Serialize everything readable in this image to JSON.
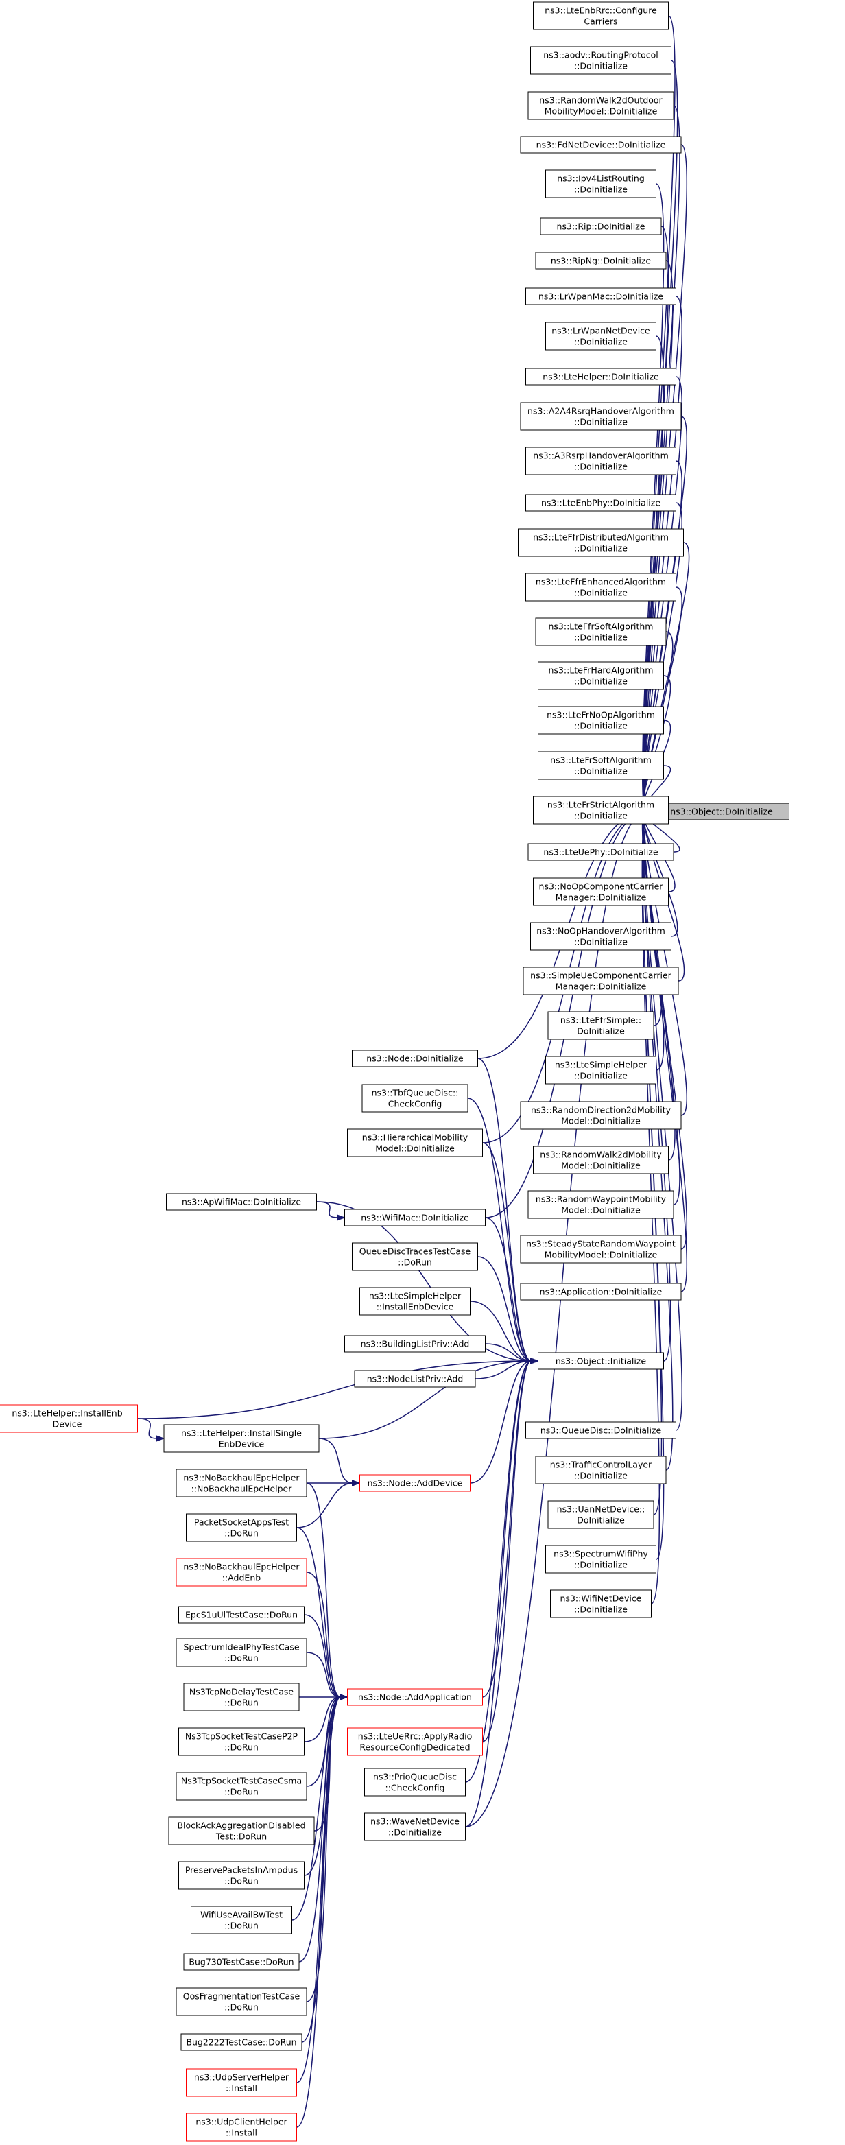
{
  "colors": {
    "edge": "#191970",
    "border_normal": "#000000",
    "border_truncated": "#ff0000",
    "focus_fill": "#bfbfbf",
    "node_fill": "#ffffff"
  },
  "nodes": [
    {
      "id": "n_focus",
      "lines": [
        "ns3::Object::DoInitialize"
      ],
      "style": "focus"
    },
    {
      "id": "n_enbrrc_cfg",
      "lines": [
        "ns3::LteEnbRrc::Configure",
        "Carriers"
      ],
      "style": "normal"
    },
    {
      "id": "n_aodv",
      "lines": [
        "ns3::aodv::RoutingProtocol",
        "::DoInitialize"
      ],
      "style": "normal"
    },
    {
      "id": "n_rw2d_outdoor",
      "lines": [
        "ns3::RandomWalk2dOutdoor",
        "MobilityModel::DoInitialize"
      ],
      "style": "normal"
    },
    {
      "id": "n_fdnet",
      "lines": [
        "ns3::FdNetDevice::DoInitialize"
      ],
      "style": "normal"
    },
    {
      "id": "n_ipv4list",
      "lines": [
        "ns3::Ipv4ListRouting",
        "::DoInitialize"
      ],
      "style": "normal"
    },
    {
      "id": "n_rip",
      "lines": [
        "ns3::Rip::DoInitialize"
      ],
      "style": "normal"
    },
    {
      "id": "n_ripng",
      "lines": [
        "ns3::RipNg::DoInitialize"
      ],
      "style": "normal"
    },
    {
      "id": "n_lrwpanmac",
      "lines": [
        "ns3::LrWpanMac::DoInitialize"
      ],
      "style": "normal"
    },
    {
      "id": "n_lrwpannet",
      "lines": [
        "ns3::LrWpanNetDevice",
        "::DoInitialize"
      ],
      "style": "normal"
    },
    {
      "id": "n_ltehelper_doinit",
      "lines": [
        "ns3::LteHelper::DoInitialize"
      ],
      "style": "normal"
    },
    {
      "id": "n_a2a4",
      "lines": [
        "ns3::A2A4RsrqHandoverAlgorithm",
        "::DoInitialize"
      ],
      "style": "normal"
    },
    {
      "id": "n_a3rsrp",
      "lines": [
        "ns3::A3RsrpHandoverAlgorithm",
        "::DoInitialize"
      ],
      "style": "normal"
    },
    {
      "id": "n_lteenbphy",
      "lines": [
        "ns3::LteEnbPhy::DoInitialize"
      ],
      "style": "normal"
    },
    {
      "id": "n_ffrdist",
      "lines": [
        "ns3::LteFfrDistributedAlgorithm",
        "::DoInitialize"
      ],
      "style": "normal"
    },
    {
      "id": "n_ffrenh",
      "lines": [
        "ns3::LteFfrEnhancedAlgorithm",
        "::DoInitialize"
      ],
      "style": "normal"
    },
    {
      "id": "n_ffrsoft",
      "lines": [
        "ns3::LteFfrSoftAlgorithm",
        "::DoInitialize"
      ],
      "style": "normal"
    },
    {
      "id": "n_frhard",
      "lines": [
        "ns3::LteFrHardAlgorithm",
        "::DoInitialize"
      ],
      "style": "normal"
    },
    {
      "id": "n_frnoop",
      "lines": [
        "ns3::LteFrNoOpAlgorithm",
        "::DoInitialize"
      ],
      "style": "normal"
    },
    {
      "id": "n_frsoft",
      "lines": [
        "ns3::LteFrSoftAlgorithm",
        "::DoInitialize"
      ],
      "style": "normal"
    },
    {
      "id": "n_frstrict",
      "lines": [
        "ns3::LteFrStrictAlgorithm",
        "::DoInitialize"
      ],
      "style": "normal"
    },
    {
      "id": "n_lteuephy",
      "lines": [
        "ns3::LteUePhy::DoInitialize"
      ],
      "style": "normal"
    },
    {
      "id": "n_noopcc",
      "lines": [
        "ns3::NoOpComponentCarrier",
        "Manager::DoInitialize"
      ],
      "style": "normal"
    },
    {
      "id": "n_noophandover",
      "lines": [
        "ns3::NoOpHandoverAlgorithm",
        "::DoInitialize"
      ],
      "style": "normal"
    },
    {
      "id": "n_simpleuecc",
      "lines": [
        "ns3::SimpleUeComponentCarrier",
        "Manager::DoInitialize"
      ],
      "style": "normal"
    },
    {
      "id": "n_lteffrsimple",
      "lines": [
        "ns3::LteFfrSimple::",
        "DoInitialize"
      ],
      "style": "normal"
    },
    {
      "id": "n_ltesimplehelper",
      "lines": [
        "ns3::LteSimpleHelper",
        "::DoInitialize"
      ],
      "style": "normal"
    },
    {
      "id": "n_rdir2d",
      "lines": [
        "ns3::RandomDirection2dMobility",
        "Model::DoInitialize"
      ],
      "style": "normal"
    },
    {
      "id": "n_rw2d",
      "lines": [
        "ns3::RandomWalk2dMobility",
        "Model::DoInitialize"
      ],
      "style": "normal"
    },
    {
      "id": "n_rwp",
      "lines": [
        "ns3::RandomWaypointMobility",
        "Model::DoInitialize"
      ],
      "style": "normal"
    },
    {
      "id": "n_ssrwp",
      "lines": [
        "ns3::SteadyStateRandomWaypoint",
        "MobilityModel::DoInitialize"
      ],
      "style": "normal"
    },
    {
      "id": "n_app",
      "lines": [
        "ns3::Application::DoInitialize"
      ],
      "style": "normal"
    },
    {
      "id": "n_init",
      "lines": [
        "ns3::Object::Initialize"
      ],
      "style": "normal"
    },
    {
      "id": "n_queuedisc",
      "lines": [
        "ns3::QueueDisc::DoInitialize"
      ],
      "style": "normal"
    },
    {
      "id": "n_tcl",
      "lines": [
        "ns3::TrafficControlLayer",
        "::DoInitialize"
      ],
      "style": "normal"
    },
    {
      "id": "n_uan",
      "lines": [
        "ns3::UanNetDevice::",
        "DoInitialize"
      ],
      "style": "normal"
    },
    {
      "id": "n_specwifi",
      "lines": [
        "ns3::SpectrumWifiPhy",
        "::DoInitialize"
      ],
      "style": "normal"
    },
    {
      "id": "n_wifinet",
      "lines": [
        "ns3::WifiNetDevice",
        "::DoInitialize"
      ],
      "style": "normal"
    },
    {
      "id": "n_nodedoinit",
      "lines": [
        "ns3::Node::DoInitialize"
      ],
      "style": "normal"
    },
    {
      "id": "n_tbf",
      "lines": [
        "ns3::TbfQueueDisc::",
        "CheckConfig"
      ],
      "style": "normal"
    },
    {
      "id": "n_hier",
      "lines": [
        "ns3::HierarchicalMobility",
        "Model::DoInitialize"
      ],
      "style": "normal"
    },
    {
      "id": "n_apwifimac",
      "lines": [
        "ns3::ApWifiMac::DoInitialize"
      ],
      "style": "normal"
    },
    {
      "id": "n_wifimac",
      "lines": [
        "ns3::WifiMac::DoInitialize"
      ],
      "style": "normal"
    },
    {
      "id": "n_qdtraces",
      "lines": [
        "QueueDiscTracesTestCase",
        "::DoRun"
      ],
      "style": "normal"
    },
    {
      "id": "n_ltesimple_install",
      "lines": [
        "ns3::LteSimpleHelper",
        "::InstallEnbDevice"
      ],
      "style": "normal"
    },
    {
      "id": "n_buildinglist",
      "lines": [
        "ns3::BuildingListPriv::Add"
      ],
      "style": "normal"
    },
    {
      "id": "n_nodelist",
      "lines": [
        "ns3::NodeListPriv::Add"
      ],
      "style": "normal"
    },
    {
      "id": "n_installenb",
      "lines": [
        "ns3::LteHelper::InstallEnb",
        "Device"
      ],
      "style": "truncated"
    },
    {
      "id": "n_installsingleenb",
      "lines": [
        "ns3::LteHelper::InstallSingle",
        "EnbDevice"
      ],
      "style": "normal"
    },
    {
      "id": "n_nobackhaul_ctor",
      "lines": [
        "ns3::NoBackhaulEpcHelper",
        "::NoBackhaulEpcHelper"
      ],
      "style": "normal"
    },
    {
      "id": "n_addevice",
      "lines": [
        "ns3::Node::AddDevice"
      ],
      "style": "truncated"
    },
    {
      "id": "n_packetsocket",
      "lines": [
        "PacketSocketAppsTest",
        "::DoRun"
      ],
      "style": "normal"
    },
    {
      "id": "n_nobackhaul_addenb",
      "lines": [
        "ns3::NoBackhaulEpcHelper",
        "::AddEnb"
      ],
      "style": "truncated"
    },
    {
      "id": "n_epcs1u",
      "lines": [
        "EpcS1uUlTestCase::DoRun"
      ],
      "style": "normal"
    },
    {
      "id": "n_specideal",
      "lines": [
        "SpectrumIdealPhyTestCase",
        "::DoRun"
      ],
      "style": "normal"
    },
    {
      "id": "n_ns3tcpnodelay",
      "lines": [
        "Ns3TcpNoDelayTestCase",
        "::DoRun"
      ],
      "style": "normal"
    },
    {
      "id": "n_addapp",
      "lines": [
        "ns3::Node::AddApplication"
      ],
      "style": "truncated"
    },
    {
      "id": "n_ns3tcpp2p",
      "lines": [
        "Ns3TcpSocketTestCaseP2P",
        "::DoRun"
      ],
      "style": "normal"
    },
    {
      "id": "n_applyradio",
      "lines": [
        "ns3::LteUeRrc::ApplyRadio",
        "ResourceConfigDedicated"
      ],
      "style": "truncated"
    },
    {
      "id": "n_ns3tcpcsma",
      "lines": [
        "Ns3TcpSocketTestCaseCsma",
        "::DoRun"
      ],
      "style": "normal"
    },
    {
      "id": "n_prio",
      "lines": [
        "ns3::PrioQueueDisc",
        "::CheckConfig"
      ],
      "style": "normal"
    },
    {
      "id": "n_blockack",
      "lines": [
        "BlockAckAggregationDisabled",
        "Test::DoRun"
      ],
      "style": "normal"
    },
    {
      "id": "n_wavenet",
      "lines": [
        "ns3::WaveNetDevice",
        "::DoInitialize"
      ],
      "style": "normal"
    },
    {
      "id": "n_preserve",
      "lines": [
        "PreservePacketsInAmpdus",
        "::DoRun"
      ],
      "style": "normal"
    },
    {
      "id": "n_wifiuse",
      "lines": [
        "WifiUseAvailBwTest",
        "::DoRun"
      ],
      "style": "normal"
    },
    {
      "id": "n_bug730",
      "lines": [
        "Bug730TestCase::DoRun"
      ],
      "style": "normal"
    },
    {
      "id": "n_qosfrag",
      "lines": [
        "QosFragmentationTestCase",
        "::DoRun"
      ],
      "style": "normal"
    },
    {
      "id": "n_bug2222",
      "lines": [
        "Bug2222TestCase::DoRun"
      ],
      "style": "normal"
    },
    {
      "id": "n_udpserver",
      "lines": [
        "ns3::UdpServerHelper",
        "::Install"
      ],
      "style": "truncated"
    },
    {
      "id": "n_udpclient",
      "lines": [
        "ns3::UdpClientHelper",
        "::Install"
      ],
      "style": "truncated"
    }
  ],
  "edges": [
    [
      "n_enbrrc_cfg",
      "n_focus"
    ],
    [
      "n_aodv",
      "n_focus"
    ],
    [
      "n_rw2d_outdoor",
      "n_focus"
    ],
    [
      "n_fdnet",
      "n_focus"
    ],
    [
      "n_ipv4list",
      "n_focus"
    ],
    [
      "n_rip",
      "n_focus"
    ],
    [
      "n_ripng",
      "n_focus"
    ],
    [
      "n_lrwpanmac",
      "n_focus"
    ],
    [
      "n_lrwpannet",
      "n_focus"
    ],
    [
      "n_ltehelper_doinit",
      "n_focus"
    ],
    [
      "n_a2a4",
      "n_focus"
    ],
    [
      "n_a3rsrp",
      "n_focus"
    ],
    [
      "n_lteenbphy",
      "n_focus"
    ],
    [
      "n_ffrdist",
      "n_focus"
    ],
    [
      "n_ffrenh",
      "n_focus"
    ],
    [
      "n_ffrsoft",
      "n_focus"
    ],
    [
      "n_frhard",
      "n_focus"
    ],
    [
      "n_frnoop",
      "n_focus"
    ],
    [
      "n_frsoft",
      "n_focus"
    ],
    [
      "n_frstrict",
      "n_focus"
    ],
    [
      "n_lteuephy",
      "n_focus"
    ],
    [
      "n_noopcc",
      "n_focus"
    ],
    [
      "n_noophandover",
      "n_focus"
    ],
    [
      "n_simpleuecc",
      "n_focus"
    ],
    [
      "n_lteffrsimple",
      "n_focus"
    ],
    [
      "n_ltesimplehelper",
      "n_focus"
    ],
    [
      "n_rdir2d",
      "n_focus"
    ],
    [
      "n_rw2d",
      "n_focus"
    ],
    [
      "n_rwp",
      "n_focus"
    ],
    [
      "n_ssrwp",
      "n_focus"
    ],
    [
      "n_app",
      "n_focus"
    ],
    [
      "n_init",
      "n_focus"
    ],
    [
      "n_queuedisc",
      "n_focus"
    ],
    [
      "n_tcl",
      "n_focus"
    ],
    [
      "n_uan",
      "n_focus"
    ],
    [
      "n_specwifi",
      "n_focus"
    ],
    [
      "n_wifinet",
      "n_focus"
    ],
    [
      "n_nodedoinit",
      "n_focus"
    ],
    [
      "n_hier",
      "n_focus"
    ],
    [
      "n_wifimac",
      "n_focus"
    ],
    [
      "n_wavenet",
      "n_focus"
    ],
    [
      "n_nodedoinit",
      "n_init"
    ],
    [
      "n_tbf",
      "n_init"
    ],
    [
      "n_hier",
      "n_init"
    ],
    [
      "n_wifimac",
      "n_init"
    ],
    [
      "n_qdtraces",
      "n_init"
    ],
    [
      "n_ltesimple_install",
      "n_init"
    ],
    [
      "n_buildinglist",
      "n_init"
    ],
    [
      "n_nodelist",
      "n_init"
    ],
    [
      "n_installenb",
      "n_init"
    ],
    [
      "n_installsingleenb",
      "n_init"
    ],
    [
      "n_addevice",
      "n_init"
    ],
    [
      "n_addapp",
      "n_init"
    ],
    [
      "n_applyradio",
      "n_init"
    ],
    [
      "n_prio",
      "n_init"
    ],
    [
      "n_wavenet",
      "n_init"
    ],
    [
      "n_apwifimac",
      "n_init"
    ],
    [
      "n_apwifimac",
      "n_wifimac"
    ],
    [
      "n_installenb",
      "n_installsingleenb"
    ],
    [
      "n_installsingleenb",
      "n_addevice"
    ],
    [
      "n_nobackhaul_ctor",
      "n_addevice"
    ],
    [
      "n_packetsocket",
      "n_addevice"
    ],
    [
      "n_nobackhaul_ctor",
      "n_addapp"
    ],
    [
      "n_packetsocket",
      "n_addapp"
    ],
    [
      "n_nobackhaul_addenb",
      "n_addapp"
    ],
    [
      "n_epcs1u",
      "n_addapp"
    ],
    [
      "n_specideal",
      "n_addapp"
    ],
    [
      "n_ns3tcpnodelay",
      "n_addapp"
    ],
    [
      "n_ns3tcpp2p",
      "n_addapp"
    ],
    [
      "n_ns3tcpcsma",
      "n_addapp"
    ],
    [
      "n_blockack",
      "n_addapp"
    ],
    [
      "n_preserve",
      "n_addapp"
    ],
    [
      "n_wifiuse",
      "n_addapp"
    ],
    [
      "n_bug730",
      "n_addapp"
    ],
    [
      "n_qosfrag",
      "n_addapp"
    ],
    [
      "n_bug2222",
      "n_addapp"
    ],
    [
      "n_udpserver",
      "n_addapp"
    ],
    [
      "n_udpclient",
      "n_addapp"
    ]
  ]
}
